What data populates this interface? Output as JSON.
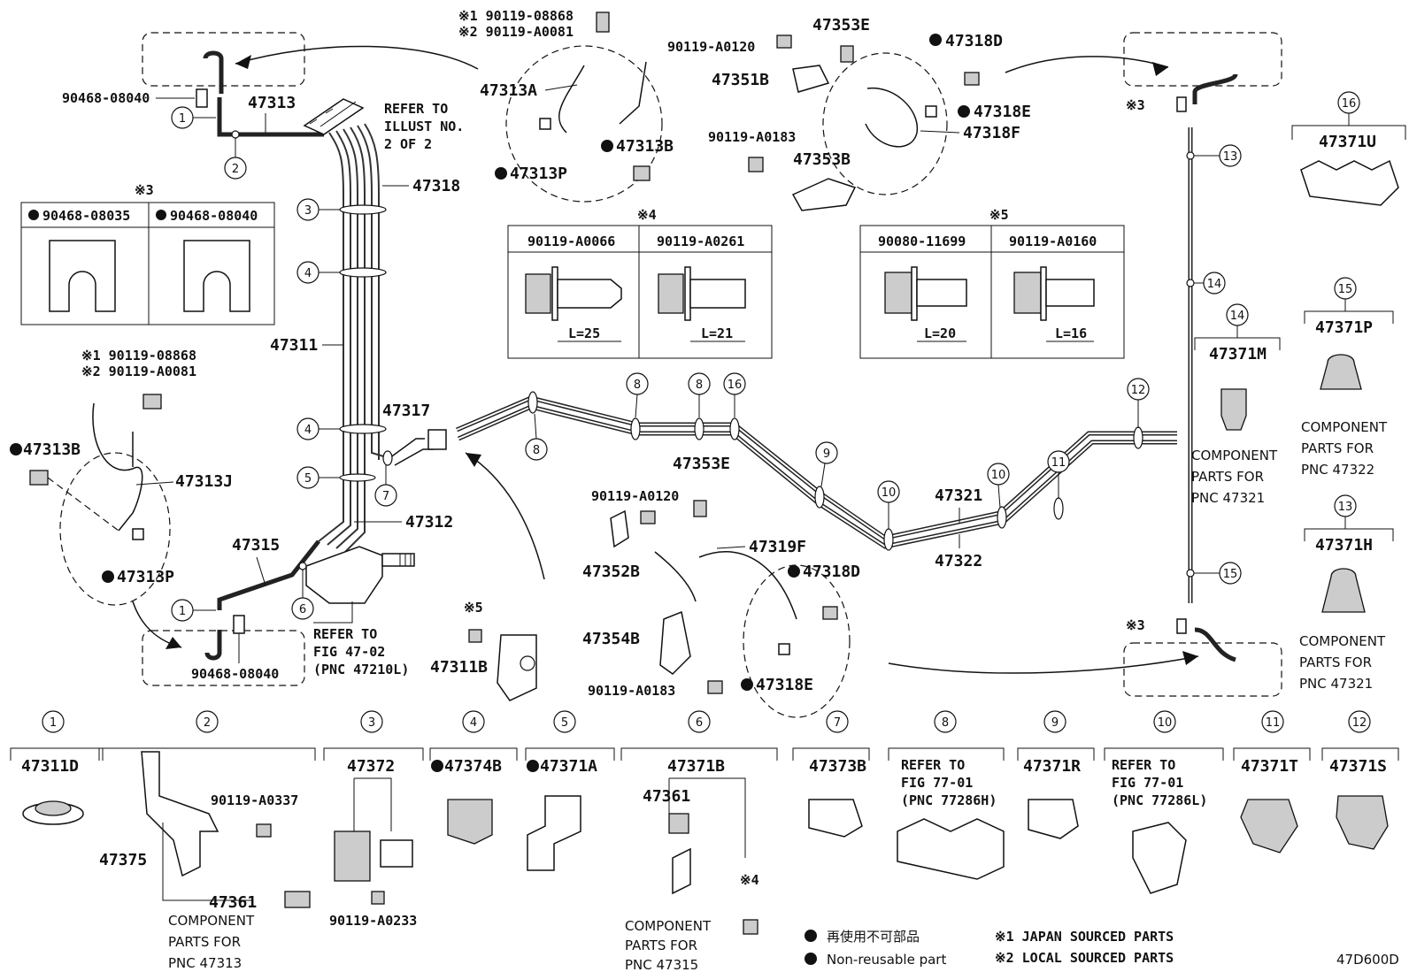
{
  "diagram_id": "47D600D",
  "legend": {
    "nonreusable_jp": "再使用不可部品",
    "nonreusable_en": "Non-reusable part",
    "note1": "※1 JAPAN SOURCED PARTS",
    "note2": "※2 LOCAL SOURCED PARTS"
  },
  "refs": {
    "illust": [
      "REFER TO",
      "ILLUST NO.",
      "2 OF 2"
    ],
    "fig4702": [
      "REFER TO",
      "FIG 47-02",
      "(PNC 47210L)"
    ],
    "fig7701h": [
      "REFER TO",
      "FIG 77-01",
      "(PNC 77286H)"
    ],
    "fig7701l": [
      "REFER TO",
      "FIG 77-01",
      "(PNC 77286L)"
    ]
  },
  "labels": {
    "p47313": "47313",
    "p47318": "47318",
    "p47311": "47311",
    "p47317": "47317",
    "p47312": "47312",
    "p47315": "47315",
    "p47311B": "47311B",
    "p47313A": "47313A",
    "p47313B": "47313B",
    "p47313P": "47313P",
    "p47313J": "47313J",
    "p47313B2": "47313B",
    "p47313P2": "47313P",
    "p47353E": "47353E",
    "p47351B": "47351B",
    "p47318D": "47318D",
    "p47318E": "47318E",
    "p47318F": "47318F",
    "p47353B": "47353B",
    "p47353E2": "47353E",
    "p47352B": "47352B",
    "p47319F": "47319F",
    "p47354B": "47354B",
    "p47318D2": "47318D",
    "p47318E2": "47318E",
    "p47321": "47321",
    "p47322": "47322",
    "b90468a": "90468-08040",
    "b90468b": "90468-08040",
    "b0120a": "90119-A0120",
    "b0183a": "90119-A0183",
    "b0120b": "90119-A0120",
    "b0183b": "90119-A0183",
    "s1a": "※1 90119-08868",
    "s2a": "※2 90119-A0081",
    "s1b": "※1 90119-08868",
    "s2b": "※2 90119-A0081",
    "x3": "※3",
    "x3b": "※3",
    "x3c": "※3",
    "x4": "※4",
    "x5": "※5",
    "x5b": "※5",
    "x4b": "※4"
  },
  "box3": {
    "left": "90468-08035",
    "right": "90468-08040"
  },
  "box4": {
    "left": "90119-A0066",
    "right": "90119-A0261",
    "left_len": "L=25",
    "right_len": "L=21"
  },
  "box5": {
    "left": "90080-11699",
    "right": "90119-A0160",
    "left_len": "L=20",
    "right_len": "L=16"
  },
  "side": {
    "p16": "47371U",
    "p14": "47371M",
    "p15": "47371P",
    "p13": "47371H",
    "comp14": [
      "COMPONENT",
      "PARTS FOR",
      "PNC 47321"
    ],
    "comp15": [
      "COMPONENT",
      "PARTS FOR",
      "PNC 47322"
    ],
    "comp13": [
      "COMPONENT",
      "PARTS FOR",
      "PNC 47321"
    ]
  },
  "bottom": {
    "b1": "47311D",
    "b2a": "90119-A0337",
    "b2b": "47375",
    "b2c": "47361",
    "b2comp": [
      "COMPONENT",
      "PARTS FOR",
      "PNC 47313"
    ],
    "b3": "47372",
    "b3b": "90119-A0233",
    "b4": "47374B",
    "b5": "47371A",
    "b6": "47371B",
    "b6b": "47361",
    "b6comp": [
      "COMPONENT",
      "PARTS FOR",
      "PNC 47315"
    ],
    "b7": "47373B",
    "b9": "47371R",
    "b11": "47371T",
    "b12": "47371S"
  },
  "callouts": [
    "1",
    "2",
    "3",
    "4",
    "5",
    "6",
    "7",
    "8",
    "9",
    "10",
    "11",
    "12",
    "13",
    "14",
    "15",
    "16"
  ]
}
